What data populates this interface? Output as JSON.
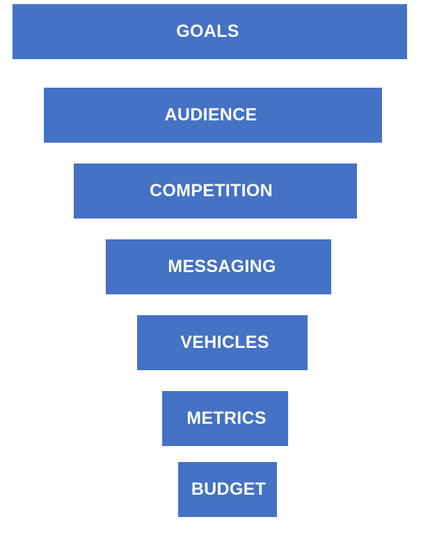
{
  "funnel": {
    "fill_color": "#4472c4",
    "text_color": "#ffffff",
    "steps": [
      {
        "label": "GOALS"
      },
      {
        "label": "AUDIENCE"
      },
      {
        "label": "COMPETITION"
      },
      {
        "label": "MESSAGING"
      },
      {
        "label": "VEHICLES"
      },
      {
        "label": "METRICS"
      },
      {
        "label": "BUDGET"
      }
    ]
  }
}
